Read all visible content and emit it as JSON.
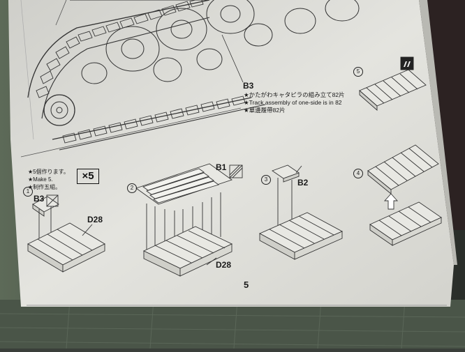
{
  "manual": {
    "page_number": "5",
    "top_callout": {
      "part": "B3",
      "lines": [
        "★かたがわキャタピラの組み立て82片",
        "★Track assembly of one-side is in 82",
        "★單邊履帶82片"
      ]
    },
    "step1": {
      "number": "1",
      "notes": [
        "★5個作ります。",
        "★Make 5.",
        "★制作五組。"
      ],
      "multiplier": "×5",
      "parts": [
        "B3",
        "D28"
      ]
    },
    "step2": {
      "number": "2",
      "parts": [
        "B1",
        "D28"
      ]
    },
    "step3": {
      "number": "3",
      "parts": [
        "B2"
      ]
    },
    "step4": {
      "number": "4"
    },
    "step5": {
      "number": "5"
    }
  },
  "colors": {
    "paper": "#dcdcd6",
    "ink": "#1a1a1a",
    "table": "#3a3f3a"
  }
}
